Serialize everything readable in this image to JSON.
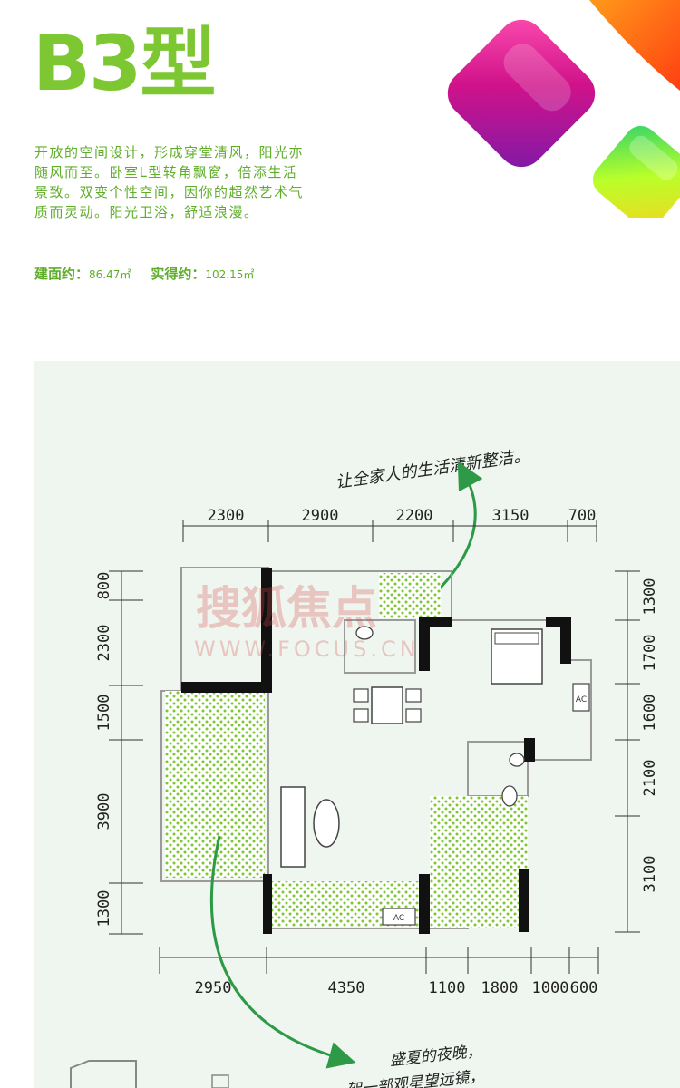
{
  "header": {
    "title": "B3型",
    "description": "开放的空间设计，形成穿堂清风，阳光亦随风而至。卧室L型转角飘窗，倍添生活景致。双变个性空间，因你的超然艺术气质而灵动。阳光卫浴，舒适浪漫。",
    "build_area_label": "建面约：",
    "build_area_value": "86.47㎡",
    "actual_area_label": "实得约：",
    "actual_area_value": "102.15㎡"
  },
  "colors": {
    "brand_green": "#7dc832",
    "text_green": "#5fae2a",
    "panel_bg": "#eef6ef",
    "arrow_green": "#2e9a47",
    "wall": "#111111",
    "floor_tile": "#7dc832"
  },
  "floorplan": {
    "note_top": "让全家人的生活清新整洁。",
    "note_bottom_line1": "盛夏的夜晚，",
    "note_bottom_line2": "架一部观星望远镜，",
    "watermark_cn": "搜狐焦点",
    "watermark_en": "WWW.FOCUS.CN",
    "ac_label": "AC",
    "top_dims": [
      "2300",
      "2900",
      "2200",
      "3150",
      "700"
    ],
    "bottom_dims": [
      "2950",
      "4350",
      "1100",
      "1800",
      "1000",
      "600"
    ],
    "left_dims": [
      "800",
      "2300",
      "1500",
      "3900",
      "1300"
    ],
    "right_dims": [
      "1300",
      "1700",
      "1600",
      "2100",
      "3100"
    ]
  }
}
